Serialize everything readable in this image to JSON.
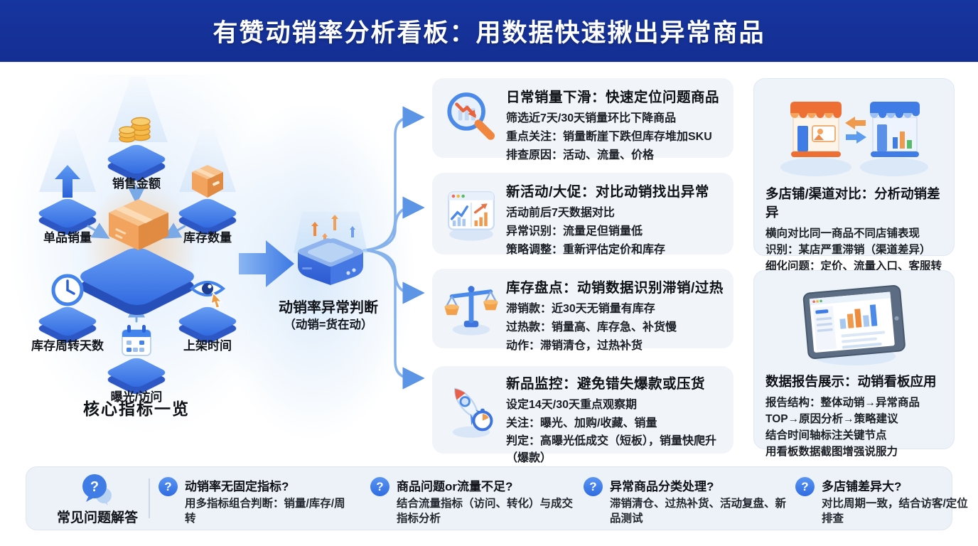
{
  "header": {
    "title": "有赞动销率分析看板：用数据快速揪出异常商品"
  },
  "diagram": {
    "caption": "核心指标一览",
    "metrics": [
      {
        "label": "销售金额",
        "icon": "coins-icon"
      },
      {
        "label": "单品销量",
        "icon": "arrow-up-icon"
      },
      {
        "label": "库存数量",
        "icon": "box-icon"
      },
      {
        "label": "库存周转天数",
        "icon": "clock-icon"
      },
      {
        "label": "上架时间",
        "icon": "eye-click-icon"
      },
      {
        "label": "曝光/访问",
        "icon": "calendar-icon"
      }
    ],
    "hub_icon": "package-box-icon",
    "engine": {
      "title": "动销率异常判断",
      "subtitle": "（动销=货在动）",
      "icon": "analysis-device-icon"
    }
  },
  "scenarios": [
    {
      "icon": "magnifier-trend-icon",
      "title": "日常销量下滑：快速定位问题商品",
      "lines": [
        "筛选近7天/30天销量环比下降商品",
        "重点关注：销量断崖下跌但库存堆加SKU",
        "排查原因：活动、流量、价格"
      ]
    },
    {
      "icon": "compare-charts-icon",
      "title": "新活动/大促：对比动销找出异常",
      "lines": [
        "活动前后7天数据对比",
        "异常识别：流量足但销量低",
        "策略调整：重新评估定价和库存"
      ]
    },
    {
      "icon": "balance-scale-icon",
      "title": "库存盘点：动销数据识别滞销/过热",
      "lines": [
        "滞销款：近30天无销量有库存",
        "过热款：销量高、库存急、补货慢",
        "动作：滞销清仓，过热补货"
      ]
    },
    {
      "icon": "rocket-timer-icon",
      "title": "新品监控：避免错失爆款或压货",
      "lines": [
        "设定14天/30天重点观察期",
        "关注：曝光、加购/收藏、销量",
        "判定：高曝光低成交（短板），销量快爬升（爆款）"
      ]
    }
  ],
  "side_cards": [
    {
      "icon": "stores-compare-icon",
      "title": "多店铺/渠道对比：分析动销差异",
      "lines": [
        "横向对比同一商品不同店铺表现",
        "识别：某店严重滞销（渠道差异）",
        "细化问题：定价、流量入口、客服转化"
      ]
    },
    {
      "icon": "tablet-dashboard-icon",
      "title": "数据报告展示：动销看板应用",
      "lines": [
        "报告结构：整体动销→异常商品TOP→原因分析→策略建议",
        "结合时间轴标注关键节点",
        "用看板数据截图增强说服力"
      ]
    }
  ],
  "faq": {
    "label": "常见问题解答",
    "question_mark": "?",
    "items": [
      {
        "q": "动销率无固定指标?",
        "a": "用多指标组合判断：销量/库存/周转"
      },
      {
        "q": "商品问题or流量不足?",
        "a": "结合流量指标（访问、转化）与成交指标分析"
      },
      {
        "q": "异常商品分类处理?",
        "a": "滞销清仓、过热补货、活动复盘、新品测试"
      },
      {
        "q": "多店铺差异大?",
        "a": "对比周期一致，结合访客/定位排查"
      }
    ]
  },
  "colors": {
    "header_bg": "#15339C",
    "accent_blue": "#3F7CE6",
    "accent_orange": "#F09A4E",
    "card_bg": "#F1F4F9",
    "side_card_bg": "#EEF3FA",
    "faq_bg": "#EDF1F8",
    "connector": "#86B2EC"
  }
}
